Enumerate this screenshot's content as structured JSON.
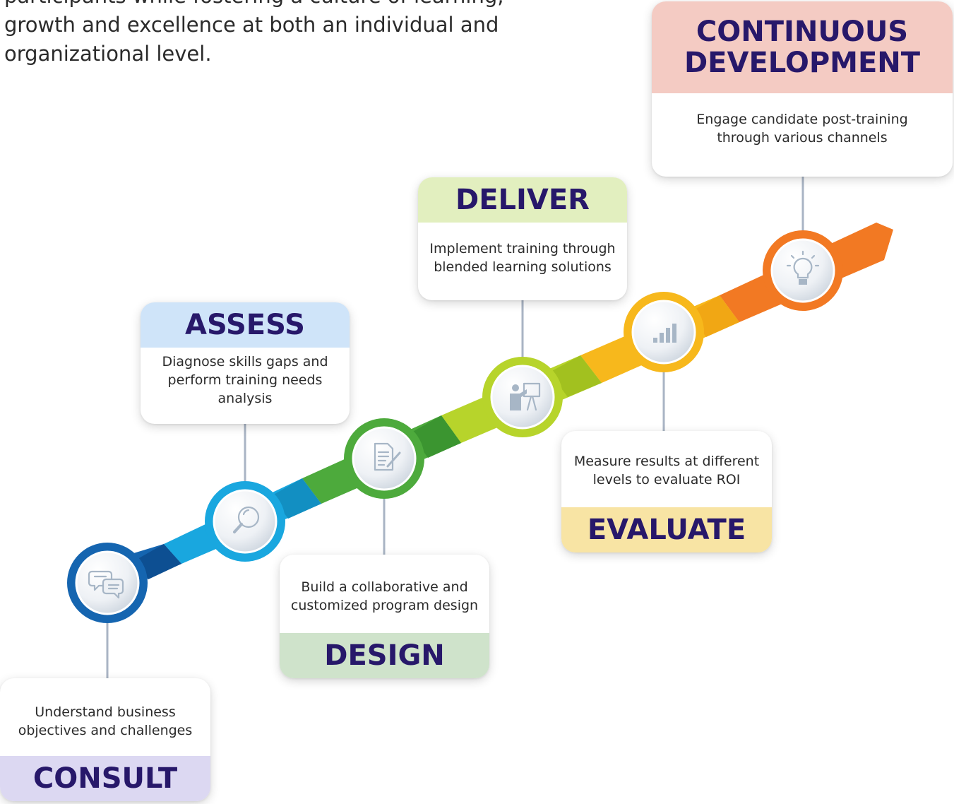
{
  "intro": {
    "line1": "participants while fostering a culture of learning,",
    "line2": "growth and excellence at both an individual and",
    "line3": "organizational level."
  },
  "steps": [
    {
      "title": "CONSULT",
      "description": "Understand business objectives and challenges",
      "color": "#1565b0",
      "header_bg": "#dcd8f2",
      "icon": "chat-bubbles-icon"
    },
    {
      "title": "ASSESS",
      "description": "Diagnose skills gaps and perform training needs analysis",
      "color": "#19a7df",
      "header_bg": "#cfe4f9",
      "icon": "magnifier-icon"
    },
    {
      "title": "DESIGN",
      "description": "Build a collaborative and customized program design",
      "color": "#4daa3c",
      "header_bg": "#cfe3cb",
      "icon": "document-edit-icon"
    },
    {
      "title": "DELIVER",
      "description": "Implement training through blended learning solutions",
      "color": "#b7d42b",
      "header_bg": "#e2efbf",
      "icon": "presentation-board-icon"
    },
    {
      "title": "EVALUATE",
      "description": "Measure results at different levels to evaluate ROI",
      "color": "#f7b81c",
      "header_bg": "#f8e4a4",
      "icon": "bar-chart-icon"
    },
    {
      "title": "CONTINUOUS DEVELOPMENT",
      "title_line1": "CONTINUOUS",
      "title_line2": "DEVELOPMENT",
      "description": "Engage candidate post-training through various channels",
      "color": "#f27923",
      "header_bg": "#f4cbc3",
      "icon": "lightbulb-icon"
    }
  ],
  "colors": {
    "title_text": "#27186a",
    "connector": "#a9b4c4",
    "icon_glyph": "#a7b6c6"
  }
}
